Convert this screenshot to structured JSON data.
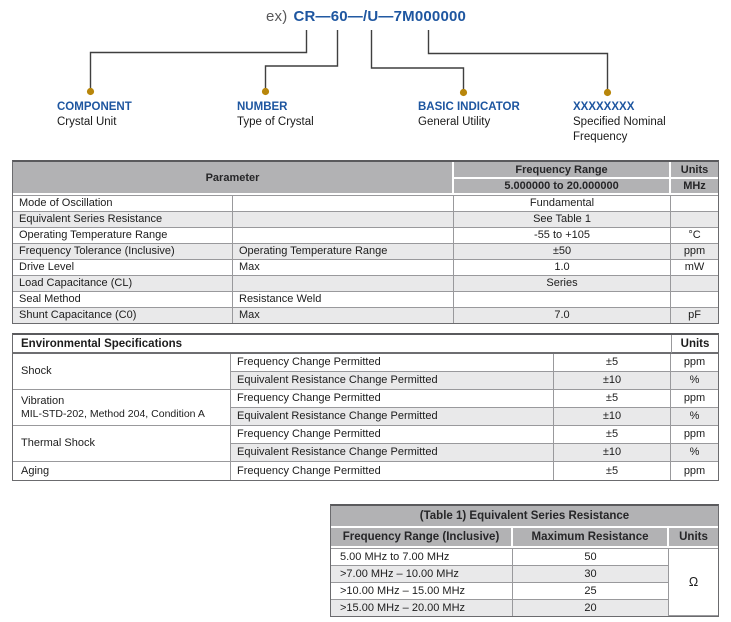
{
  "colors": {
    "accent_blue": "#1E56A0",
    "dot_gold": "#B8860B",
    "header_gray": "#B2B2B4",
    "stripe_gray": "#E9E9EA"
  },
  "diagram": {
    "prefix": "ex)",
    "part_number": "CR—60—/U—7M000000",
    "labels": [
      {
        "title": "COMPONENT",
        "subtitle": "Crystal Unit"
      },
      {
        "title": "NUMBER",
        "subtitle": "Type of Crystal"
      },
      {
        "title": "BASIC INDICATOR",
        "subtitle": "General Utility"
      },
      {
        "title": "XXXXXXXX",
        "subtitle": "Specified Nominal Frequency"
      }
    ]
  },
  "parameter_table": {
    "header": {
      "parameter": "Parameter",
      "frequency_range": "Frequency Range",
      "units": "Units",
      "range_value": "5.000000 to 20.000000",
      "units_value": "MHz"
    },
    "rows": [
      {
        "param": "Mode of Oscillation",
        "condition": "",
        "value": "Fundamental",
        "unit": ""
      },
      {
        "param": "Equivalent Series Resistance",
        "condition": "",
        "value": "See Table 1",
        "unit": ""
      },
      {
        "param": "Operating Temperature Range",
        "condition": "",
        "value": "-55 to +105",
        "unit": "°C"
      },
      {
        "param": "Frequency Tolerance (Inclusive)",
        "condition": "Operating Temperature Range",
        "value": "±50",
        "unit": "ppm"
      },
      {
        "param": "Drive Level",
        "condition": "Max",
        "value": "1.0",
        "unit": "mW"
      },
      {
        "param": "Load Capacitance (CL)",
        "condition": "",
        "value": "Series",
        "unit": ""
      },
      {
        "param": "Seal Method",
        "condition": "Resistance Weld",
        "value": "",
        "unit": ""
      },
      {
        "param": "Shunt Capacitance (C0)",
        "condition": "Max",
        "value": "7.0",
        "unit": "pF"
      }
    ]
  },
  "environmental_table": {
    "title": "Environmental Specifications",
    "units_label": "Units",
    "groups": [
      {
        "name": "Shock",
        "name2": "",
        "rows": [
          {
            "test": "Frequency Change Permitted",
            "value": "±5",
            "unit": "ppm"
          },
          {
            "test": "Equivalent Resistance Change Permitted",
            "value": "±10",
            "unit": "%"
          }
        ]
      },
      {
        "name": "Vibration",
        "name2": "MIL-STD-202, Method 204, Condition A",
        "rows": [
          {
            "test": "Frequency Change Permitted",
            "value": "±5",
            "unit": "ppm"
          },
          {
            "test": "Equivalent Resistance Change Permitted",
            "value": "±10",
            "unit": "%"
          }
        ]
      },
      {
        "name": "Thermal Shock",
        "name2": "",
        "rows": [
          {
            "test": "Frequency Change Permitted",
            "value": "±5",
            "unit": "ppm"
          },
          {
            "test": "Equivalent Resistance Change Permitted",
            "value": "±10",
            "unit": "%"
          }
        ]
      },
      {
        "name": "Aging",
        "name2": "",
        "rows": [
          {
            "test": "Frequency Change Permitted",
            "value": "±5",
            "unit": "ppm"
          }
        ]
      }
    ]
  },
  "esr_table": {
    "title": "(Table 1) Equivalent Series Resistance",
    "headers": {
      "range": "Frequency Range (Inclusive)",
      "resistance": "Maximum Resistance",
      "units": "Units"
    },
    "rows": [
      {
        "range": "5.00 MHz to 7.00 MHz",
        "resistance": "50"
      },
      {
        "range": ">7.00 MHz – 10.00 MHz",
        "resistance": "30"
      },
      {
        "range": ">10.00 MHz – 15.00 MHz",
        "resistance": "25"
      },
      {
        "range": ">15.00 MHz – 20.00 MHz",
        "resistance": "20"
      }
    ],
    "unit": "Ω"
  }
}
